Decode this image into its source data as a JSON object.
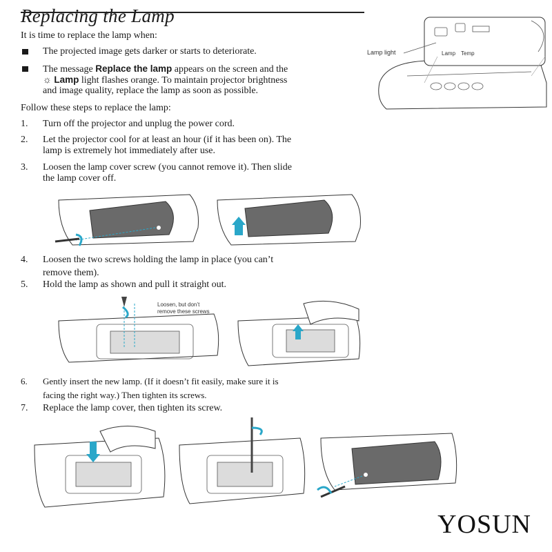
{
  "title": "Replacing the Lamp",
  "intro": "It is time to replace the lamp when:",
  "bullets": {
    "b1": "The projected image gets darker or starts to deteriorate.",
    "b2_pre": "The message ",
    "b2_bold": "Replace the lamp",
    "b2_post": " appears on the screen and the",
    "b2_icon": "☼",
    "b2_bold2": "Lamp",
    "b2_line2": " light flashes orange. To maintain projector brightness",
    "b2_line3": "and image quality, replace the lamp as soon as possible."
  },
  "follow": "Follow these steps to replace the lamp:",
  "steps": {
    "s1_num": "1.",
    "s1": "Turn off the projector and unplug the power cord.",
    "s2_num": "2.",
    "s2_l1": "Let the projector cool for at least an hour (if it has been on). The",
    "s2_l2": "lamp is extremely hot immediately after use.",
    "s3_num": "3.",
    "s3_l1": "Loosen the lamp cover screw (you cannot remove it). Then slide",
    "s3_l2": "the lamp cover off.",
    "s4_num": "4.",
    "s4_l1": "Loosen the two screws holding the lamp in place (you can’t",
    "s4_l2": "remove them).",
    "s5_num": "5.",
    "s5": "Hold the lamp as shown and pull it straight out.",
    "s6_num": "6.",
    "s6_l1": "Gently insert the new lamp. (If it doesn’t fit easily, make sure it is",
    "s6_l2": "facing the right way.) Then tighten its screws.",
    "s7_num": "7.",
    "s7": "Replace the lamp cover, then tighten its screw."
  },
  "callouts": {
    "lamp_light": "Lamp light",
    "panel_lamp": "Lamp",
    "panel_temp": "Temp",
    "loosen_l1": "Loosen, but don’t",
    "loosen_l2": "remove these screws"
  },
  "brand": "YOSUN",
  "colors": {
    "accent": "#2aa7c9",
    "ink": "#1a1a1a"
  }
}
